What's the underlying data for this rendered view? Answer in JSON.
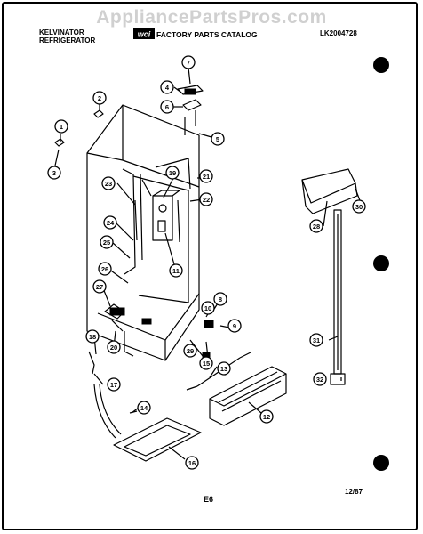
{
  "watermark": "AppliancePartsPros.com",
  "header": {
    "brand_line1": "KELVINATOR",
    "brand_line2": "REFRIGERATOR",
    "logo": "WCI",
    "catalog": "FACTORY PARTS CATALOG",
    "model": "LK2004728"
  },
  "footer": {
    "page_code": "E6",
    "date": "12/87"
  },
  "callouts": [
    "1",
    "2",
    "3",
    "4",
    "5",
    "6",
    "7",
    "8",
    "9",
    "10",
    "11",
    "12",
    "13",
    "14",
    "15",
    "16",
    "17",
    "18",
    "19",
    "20",
    "21",
    "22",
    "23",
    "24",
    "25",
    "26",
    "27",
    "28",
    "29",
    "30",
    "31",
    "32"
  ],
  "colors": {
    "ink": "#000000",
    "watermark": "#aaaaaa"
  }
}
